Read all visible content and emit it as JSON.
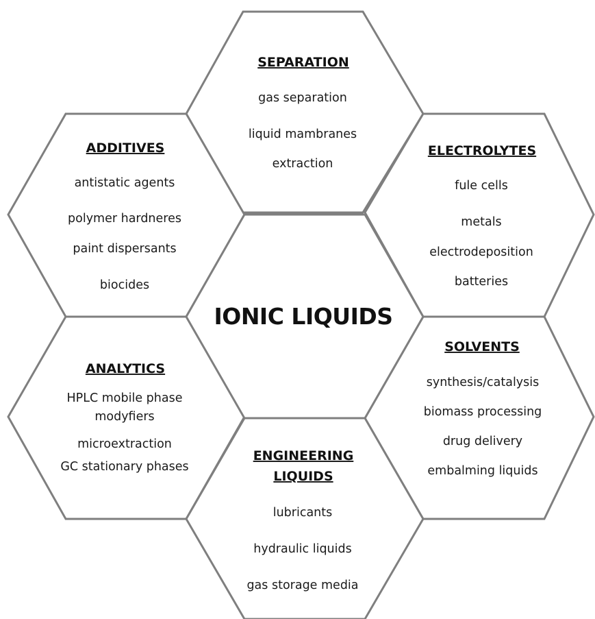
{
  "center": {
    "title": "IONIC LIQUIDS"
  },
  "hexagons": [
    {
      "id": "separation",
      "title": [
        "SEPARATION"
      ],
      "items": [
        "gas separation",
        "liquid mambranes",
        "extraction"
      ]
    },
    {
      "id": "additives",
      "title": [
        "ADDITIVES"
      ],
      "items": [
        "antistatic agents",
        "polymer hardneres",
        "paint dispersants",
        "biocides"
      ]
    },
    {
      "id": "electrolytes",
      "title": [
        "ELECTROLYTES"
      ],
      "items": [
        "fule cells",
        "metals",
        "electrodeposition",
        "batteries"
      ]
    },
    {
      "id": "analytics",
      "title": [
        "ANALYTICS"
      ],
      "items": [
        "HPLC mobile phase",
        "modyfiers",
        "microextraction",
        "GC stationary phases"
      ]
    },
    {
      "id": "solvents",
      "title": [
        "SOLVENTS"
      ],
      "items": [
        "synthesis/catalysis",
        "biomass  processing",
        "drug delivery",
        "embalming liquids"
      ]
    },
    {
      "id": "engineering-liquids",
      "title": [
        "ENGINEERING",
        "LIQUIDS"
      ],
      "items": [
        "lubricants",
        "hydraulic liquids",
        "gas storage media"
      ]
    }
  ]
}
